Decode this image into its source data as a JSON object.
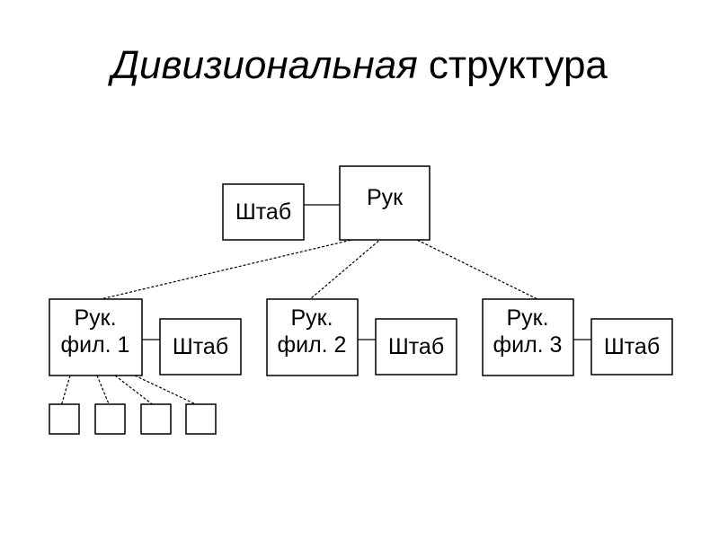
{
  "title": {
    "italic_part": "Дивизиональная",
    "regular_part": " структура"
  },
  "diagram": {
    "head": {
      "label": "Рук"
    },
    "head_staff": {
      "label": "Штаб"
    },
    "branches": [
      {
        "line1": "Рук.",
        "line2": "фил. 1",
        "staff": "Штаб"
      },
      {
        "line1": "Рук.",
        "line2": "фил. 2",
        "staff": "Штаб"
      },
      {
        "line1": "Рук.",
        "line2": "фил. 3",
        "staff": "Штаб"
      }
    ],
    "sub_units_count": 4
  }
}
